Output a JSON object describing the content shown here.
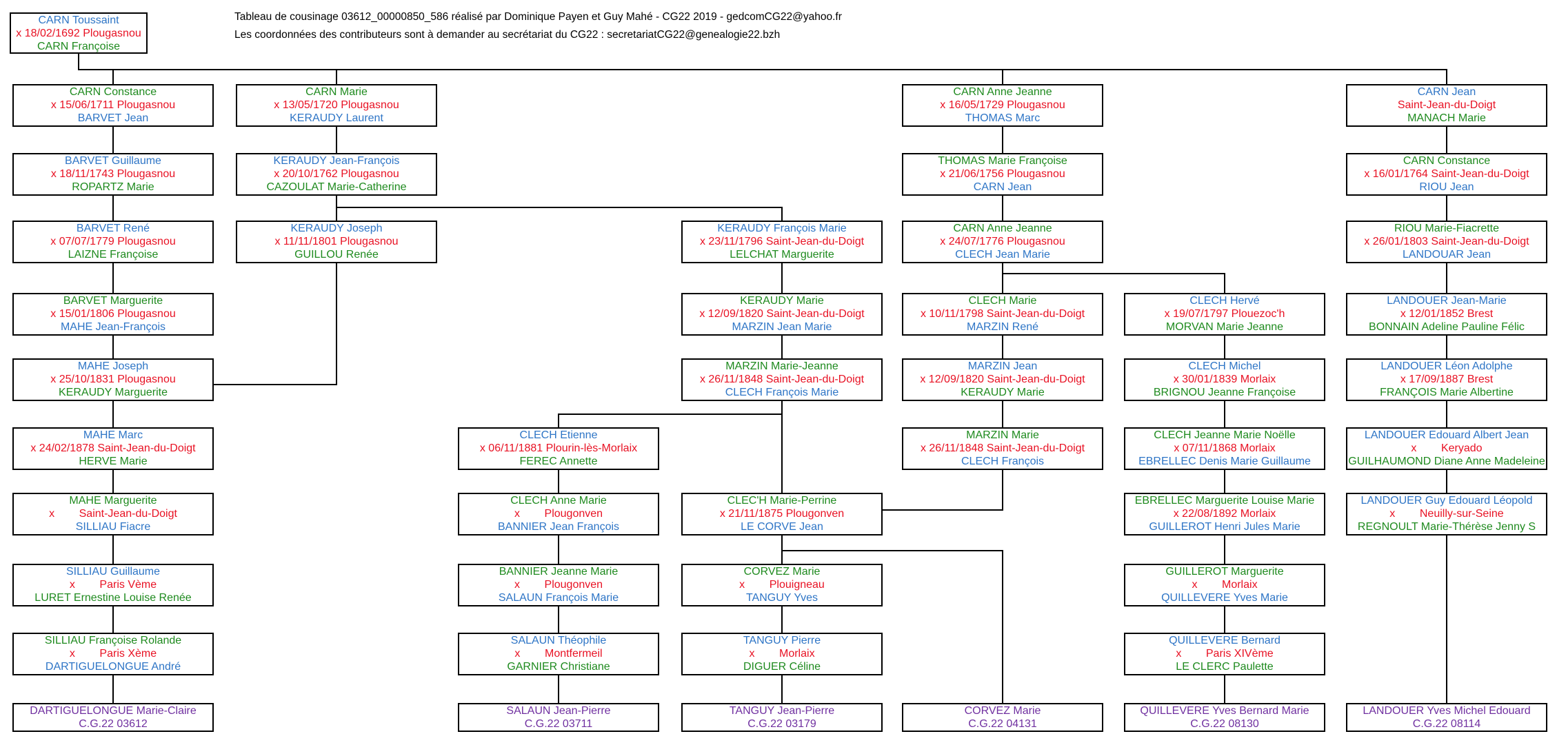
{
  "header": {
    "line1": "Tableau de cousinage 03612_00000850_586 réalisé par Dominique Payen et Guy Mahé - CG22 2019 - gedcomCG22@yahoo.fr",
    "line2": "Les coordonnées des contributeurs sont à demander au secrétariat du CG22 :  secretariatCG22@genealogie22.bzh"
  },
  "colors": {
    "male_or_name_blue": "#2e75c6",
    "female_green": "#1e8a1e",
    "marriage_red": "#e81123",
    "contributor_purple": "#7030a0",
    "line_black": "#000000"
  },
  "persons": {
    "carn_toussaint": {
      "name": "CARN Toussaint",
      "marriage": "x 18/02/1692 Plougasnou",
      "spouse": "CARN Françoise"
    },
    "carn_constance": {
      "name": "CARN Constance",
      "marriage": "x 15/06/1711 Plougasnou",
      "spouse": "BARVET Jean"
    },
    "barvet_guillaume": {
      "name": "BARVET Guillaume",
      "marriage": "x 18/11/1743 Plougasnou",
      "spouse": "ROPARTZ Marie"
    },
    "barvet_rene": {
      "name": "BARVET René",
      "marriage": "x 07/07/1779 Plougasnou",
      "spouse": "LAIZNE Françoise"
    },
    "barvet_marguerite": {
      "name": "BARVET Marguerite",
      "marriage": "x 15/01/1806 Plougasnou",
      "spouse": "MAHE Jean-François"
    },
    "mahe_joseph": {
      "name": "MAHE Joseph",
      "marriage": "x 25/10/1831 Plougasnou",
      "spouse": "KERAUDY Marguerite"
    },
    "mahe_marc": {
      "name": "MAHE Marc",
      "marriage": "x 24/02/1878 Saint-Jean-du-Doigt",
      "spouse": "HERVE Marie"
    },
    "mahe_marguerite": {
      "name": "MAHE Marguerite",
      "marriage": "x        Saint-Jean-du-Doigt",
      "spouse": "SILLIAU Fiacre"
    },
    "silliau_guillaume": {
      "name": "SILLIAU Guillaume",
      "marriage": "x        Paris Vème",
      "spouse": "LURET Ernestine Louise Renée"
    },
    "silliau_francoise": {
      "name": "SILLIAU Françoise Rolande",
      "marriage": "x        Paris Xème",
      "spouse": "DARTIGUELONGUE André"
    },
    "dartiguelongue_marie_claire": {
      "name": "DARTIGUELONGUE Marie-Claire",
      "code": "C.G.22 03612"
    },
    "carn_marie": {
      "name": "CARN Marie",
      "marriage": "x 13/05/1720 Plougasnou",
      "spouse": "KERAUDY Laurent"
    },
    "keraudy_jean_francois": {
      "name": "KERAUDY Jean-François",
      "marriage": "x 20/10/1762 Plougasnou",
      "spouse": "CAZOULAT Marie-Catherine"
    },
    "keraudy_joseph": {
      "name": "KERAUDY Joseph",
      "marriage": "x 11/11/1801 Plougasnou",
      "spouse": "GUILLOU Renée"
    },
    "clech_etienne": {
      "name": "CLECH Etienne",
      "marriage": "x 06/11/1881 Plourin-lès-Morlaix",
      "spouse": "FEREC Annette"
    },
    "clech_anne_marie": {
      "name": "CLECH Anne Marie",
      "marriage": "x        Plougonven",
      "spouse": "BANNIER Jean François"
    },
    "bannier_jeanne_marie": {
      "name": "BANNIER Jeanne Marie",
      "marriage": "x        Plougonven",
      "spouse": "SALAUN François Marie"
    },
    "salaun_theophile": {
      "name": "SALAUN Théophile",
      "marriage": "x        Montfermeil",
      "spouse": "GARNIER Christiane"
    },
    "salaun_jean_pierre": {
      "name": "SALAUN Jean-Pierre",
      "code": "C.G.22 03711"
    },
    "keraudy_francois_marie": {
      "name": "KERAUDY François Marie",
      "marriage": "x 23/11/1796 Saint-Jean-du-Doigt",
      "spouse": "LELCHAT Marguerite"
    },
    "keraudy_marie": {
      "name": "KERAUDY Marie",
      "marriage": "x 12/09/1820 Saint-Jean-du-Doigt",
      "spouse": "MARZIN Jean Marie"
    },
    "marzin_marie_jeanne": {
      "name": "MARZIN Marie-Jeanne",
      "marriage": "x 26/11/1848 Saint-Jean-du-Doigt",
      "spouse": "CLECH François Marie"
    },
    "clech_marie_perrine": {
      "name": "CLEC'H Marie-Perrine",
      "marriage": "x 21/11/1875 Plougonven",
      "spouse": "LE CORVE Jean"
    },
    "corvez_marie": {
      "name": "CORVEZ Marie",
      "marriage": "x        Plouigneau",
      "spouse": "TANGUY Yves"
    },
    "tanguy_pierre": {
      "name": "TANGUY Pierre",
      "marriage": "x        Morlaix",
      "spouse": "DIGUER Céline"
    },
    "tanguy_jean_pierre": {
      "name": "TANGUY Jean-Pierre",
      "code": "C.G.22 03179"
    },
    "carn_anne_jeanne_1": {
      "name": "CARN Anne Jeanne",
      "marriage": "x 16/05/1729 Plougasnou",
      "spouse": "THOMAS Marc"
    },
    "thomas_marie_francoise": {
      "name": "THOMAS Marie Françoise",
      "marriage": "x 21/06/1756 Plougasnou",
      "spouse": "CARN Jean"
    },
    "carn_anne_jeanne_2": {
      "name": "CARN Anne Jeanne",
      "marriage": "x 24/07/1776 Plougasnou",
      "spouse": "CLECH Jean Marie"
    },
    "clech_marie": {
      "name": "CLECH Marie",
      "marriage": "x 10/11/1798 Saint-Jean-du-Doigt",
      "spouse": "MARZIN René"
    },
    "marzin_jean": {
      "name": "MARZIN Jean",
      "marriage": "x 12/09/1820 Saint-Jean-du-Doigt",
      "spouse": "KERAUDY Marie"
    },
    "marzin_marie": {
      "name": "MARZIN Marie",
      "marriage": "x 26/11/1848 Saint-Jean-du-Doigt",
      "spouse": "CLECH François"
    },
    "corvez_marie_contrib": {
      "name": "CORVEZ Marie",
      "code": "C.G.22 04131"
    },
    "clech_herve": {
      "name": "CLECH Hervé",
      "marriage": "x 19/07/1797 Plouezoc'h",
      "spouse": "MORVAN Marie Jeanne"
    },
    "clech_michel": {
      "name": "CLECH Michel",
      "marriage": "x 30/01/1839 Morlaix",
      "spouse": "BRIGNOU Jeanne Françoise"
    },
    "clech_jeanne_marie_noelle": {
      "name": "CLECH Jeanne Marie Noëlle",
      "marriage": "x 07/11/1868 Morlaix",
      "spouse": "EBRELLEC Denis Marie Guillaume"
    },
    "ebrellec_marguerite": {
      "name": "EBRELLEC Marguerite Louise Marie",
      "marriage": "x 22/08/1892 Morlaix",
      "spouse": "GUILLEROT Henri Jules Marie"
    },
    "guillerot_marguerite": {
      "name": "GUILLEROT Marguerite",
      "marriage": "x        Morlaix",
      "spouse": "QUILLEVERE Yves Marie"
    },
    "quillevere_bernard": {
      "name": "QUILLEVERE Bernard",
      "marriage": "x        Paris XIVème",
      "spouse": "LE CLERC Paulette"
    },
    "quillevere_yves": {
      "name": "QUILLEVERE Yves Bernard Marie",
      "code": "C.G.22 08130"
    },
    "carn_jean": {
      "name": "CARN Jean",
      "marriage": "Saint-Jean-du-Doigt",
      "spouse": "MANACH Marie"
    },
    "carn_constance_2": {
      "name": "CARN Constance",
      "marriage": "x 16/01/1764 Saint-Jean-du-Doigt",
      "spouse": "RIOU Jean"
    },
    "riou_marie_fiacrette": {
      "name": "RIOU Marie-Fiacrette",
      "marriage": "x 26/01/1803 Saint-Jean-du-Doigt",
      "spouse": "LANDOUAR Jean"
    },
    "landouer_jean_marie": {
      "name": "LANDOUER Jean-Marie",
      "marriage": "x 12/01/1852 Brest",
      "spouse": "BONNAIN Adeline Pauline Félic"
    },
    "landouer_leon": {
      "name": "LANDOUER Léon Adolphe",
      "marriage": "x 17/09/1887 Brest",
      "spouse": "FRANÇOIS Marie Albertine"
    },
    "landouer_edouard": {
      "name": "LANDOUER Edouard Albert Jean",
      "marriage": "x        Keryado",
      "spouse": "GUILHAUMOND Diane Anne Madeleine"
    },
    "landouer_guy": {
      "name": "LANDOUER Guy Edouard Léopold",
      "marriage": "x        Neuilly-sur-Seine",
      "spouse": "REGNOULT Marie-Thérèse Jenny S"
    },
    "landouer_yves": {
      "name": "LANDOUER Yves Michel Edouard",
      "code": "C.G.22 08114"
    }
  }
}
